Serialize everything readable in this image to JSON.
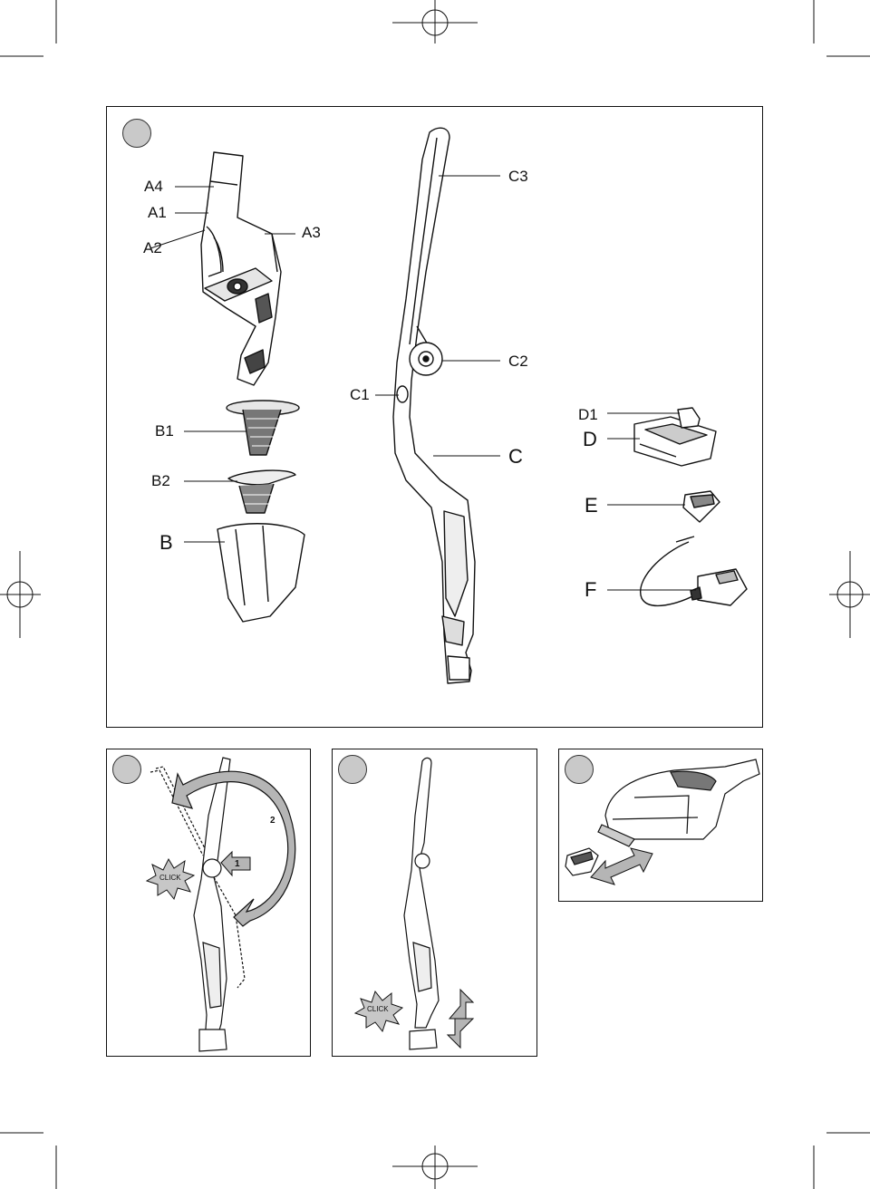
{
  "figure1": {
    "labels": {
      "a4": "A4",
      "a1": "A1",
      "a2": "A2",
      "a3": "A3",
      "b1": "B1",
      "b2": "B2",
      "b": "B",
      "c1": "C1",
      "c2": "C2",
      "c3": "C3",
      "c": "C",
      "d1": "D1",
      "d": "D",
      "e": "E",
      "f": "F"
    }
  },
  "figure2": {
    "click_text": "CLICK",
    "step1": "1",
    "step2": "2"
  },
  "figure3": {
    "click_text": "CLICK"
  },
  "colors": {
    "badge": "#c9c9c9",
    "arrow_fill": "#b5b5b5",
    "line": "#111111"
  }
}
